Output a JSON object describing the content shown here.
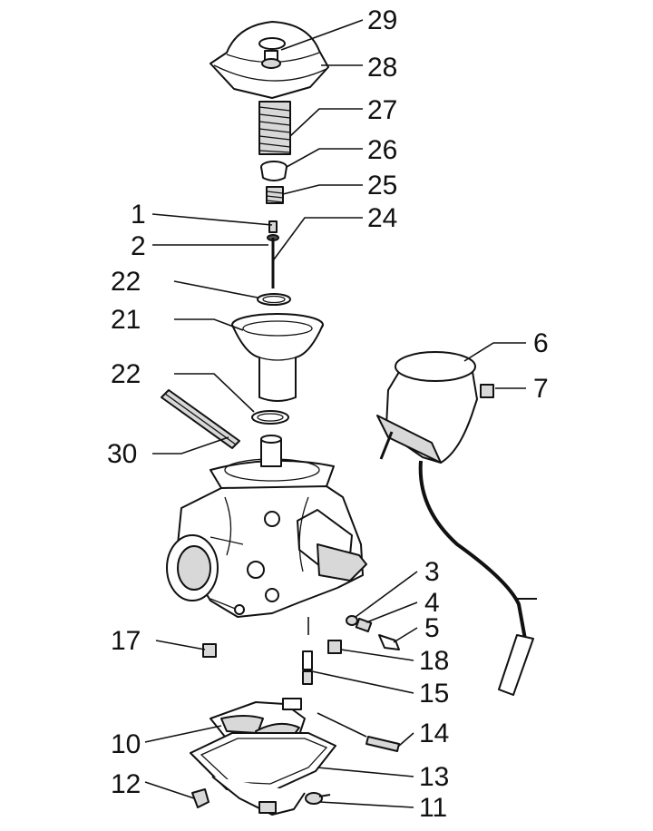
{
  "callouts": [
    {
      "id": "29",
      "label": "29"
    },
    {
      "id": "28",
      "label": "28"
    },
    {
      "id": "27",
      "label": "27"
    },
    {
      "id": "26",
      "label": "26"
    },
    {
      "id": "25",
      "label": "25"
    },
    {
      "id": "1",
      "label": "1"
    },
    {
      "id": "24",
      "label": "24"
    },
    {
      "id": "2",
      "label": "2"
    },
    {
      "id": "22a",
      "label": "22"
    },
    {
      "id": "21",
      "label": "21"
    },
    {
      "id": "22b",
      "label": "22"
    },
    {
      "id": "30",
      "label": "30"
    },
    {
      "id": "6",
      "label": "6"
    },
    {
      "id": "7",
      "label": "7"
    },
    {
      "id": "3",
      "label": "3"
    },
    {
      "id": "4",
      "label": "4"
    },
    {
      "id": "5",
      "label": "5"
    },
    {
      "id": "17",
      "label": "17"
    },
    {
      "id": "18",
      "label": "18"
    },
    {
      "id": "15",
      "label": "15"
    },
    {
      "id": "14",
      "label": "14"
    },
    {
      "id": "10",
      "label": "10"
    },
    {
      "id": "13",
      "label": "13"
    },
    {
      "id": "12",
      "label": "12"
    },
    {
      "id": "11",
      "label": "11"
    }
  ]
}
